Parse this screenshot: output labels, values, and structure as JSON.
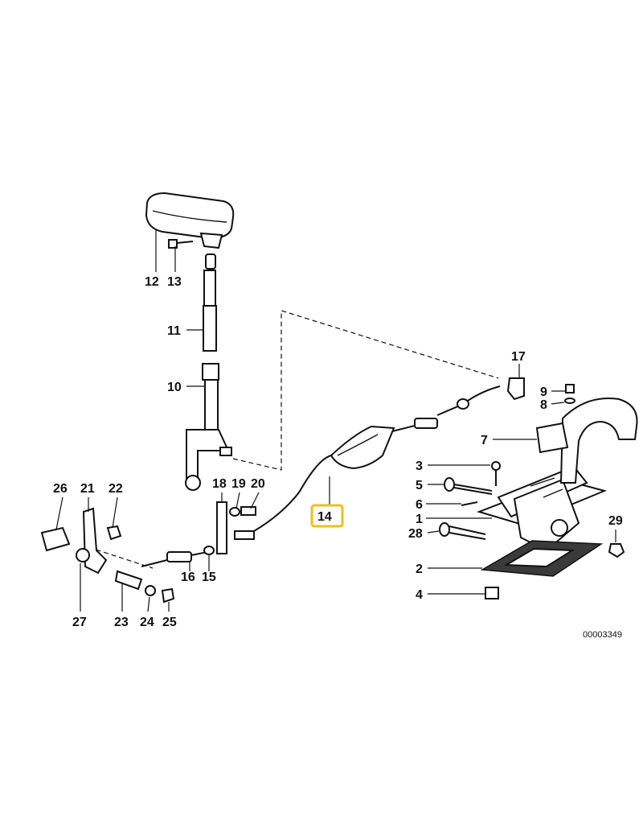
{
  "diagram": {
    "reference_code": "00003349",
    "highlighted_part": "14",
    "highlight_color": "#e8c21a",
    "labels": [
      "1",
      "2",
      "3",
      "4",
      "5",
      "6",
      "7",
      "8",
      "9",
      "10",
      "11",
      "12",
      "13",
      "14",
      "15",
      "16",
      "17",
      "18",
      "19",
      "20",
      "21",
      "22",
      "23",
      "24",
      "25",
      "26",
      "27",
      "28",
      "29"
    ]
  }
}
